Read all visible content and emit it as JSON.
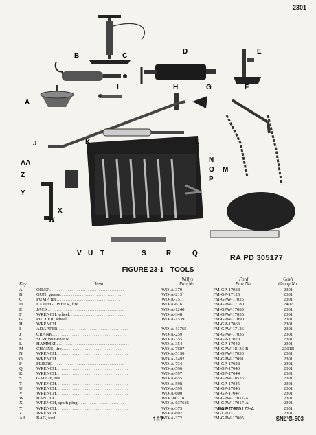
{
  "page_number_top": "2301",
  "figure": {
    "labels": [
      "A",
      "B",
      "C",
      "D",
      "E",
      "F",
      "G",
      "H",
      "I",
      "J",
      "K",
      "L",
      "N",
      "O",
      "M",
      "P",
      "AA",
      "Z",
      "Y",
      "X",
      "W",
      "V",
      "U",
      "T",
      "S",
      "R",
      "Q"
    ],
    "ra_number": "RA PD 305177"
  },
  "caption": "FIGURE 23-1—TOOLS",
  "table": {
    "headers": {
      "key": "Key",
      "item": "Item",
      "willys": "Willys\nPart No.",
      "willys_l1": "Willys",
      "willys_l2": "Part No.",
      "ford_l1": "Ford",
      "ford_l2": "Part No.",
      "gov_l1": "Gov't",
      "gov_l2": "Group No."
    },
    "rows": [
      {
        "key": "A",
        "item": "OILER",
        "willys": "WO-A-379",
        "ford": "FM-GP-17038",
        "gov": "2301"
      },
      {
        "key": "B",
        "item": "GUN, grease",
        "willys": "WO-A-213",
        "ford": "FM-GP-17125",
        "gov": "2301"
      },
      {
        "key": "C",
        "item": "PUMP, tire",
        "willys": "WO-A-7511",
        "ford": "FM-GPW-17025",
        "gov": "2301"
      },
      {
        "key": "D",
        "item": "EXTINGUISHER, fire",
        "willys": "WO-A-616",
        "ford": "FM-GPW-17180",
        "gov": "2402"
      },
      {
        "key": "E",
        "item": "JACK",
        "willys": "WO-A-1240",
        "ford": "FM-GPW-17080",
        "gov": "2301"
      },
      {
        "key": "F",
        "item": "WRENCH, wheel",
        "willys": "WO-A-348",
        "ford": "FM-GPW-17035",
        "gov": "2301"
      },
      {
        "key": "G",
        "item": "PULLER, wheel",
        "willys": "WO-A-1539",
        "ford": "FM-GPW-17090",
        "gov": "2301"
      },
      {
        "key": "H",
        "item": "WRENCH",
        "willys": "",
        "ford": "FM-GP-17063",
        "gov": "2301"
      },
      {
        "key": "I",
        "item": "ADAPTER",
        "willys": "WO-A-11765",
        "ford": "FM-GPW-17126",
        "gov": "2301"
      },
      {
        "key": "J",
        "item": "CRANK",
        "willys": "WO-A-259",
        "ford": "FM-GPW-17036",
        "gov": "2301"
      },
      {
        "key": "K",
        "item": "SCREWDRIVER",
        "willys": "WO-A-355",
        "ford": "FM-GP-17020",
        "gov": "2301"
      },
      {
        "key": "L",
        "item": "HAMMER",
        "willys": "WO-A-354",
        "ford": "FM-GP-17042",
        "gov": "2301"
      },
      {
        "key": "M",
        "item": "CHAINS, tire",
        "willys": "WO-A-7687",
        "ford": "FM-GPW-18136-B",
        "gov": "2301B"
      },
      {
        "key": "N",
        "item": "WRENCH",
        "willys": "WO-A-5130",
        "ford": "FM-GPW-17030",
        "gov": "2301"
      },
      {
        "key": "O",
        "item": "WRENCH",
        "willys": "WO-A-1492",
        "ford": "FM-GPW-17091",
        "gov": "2301"
      },
      {
        "key": "P",
        "item": "PLIERS",
        "willys": "WO-A-734",
        "ford": "FM-GP-17028",
        "gov": "2301"
      },
      {
        "key": "Q",
        "item": "WRENCH",
        "willys": "WO-A-596",
        "ford": "FM-GP-17043",
        "gov": "2301"
      },
      {
        "key": "R",
        "item": "WRENCH",
        "willys": "WO-A-597",
        "ford": "FM-GP-17044",
        "gov": "2301"
      },
      {
        "key": "S",
        "item": "GAUGE, tire",
        "willys": "WO-A-655",
        "ford": "FM-GPW-18525",
        "gov": "2301"
      },
      {
        "key": "T",
        "item": "WRENCH",
        "willys": "WO-A-598",
        "ford": "FM-GP-17045",
        "gov": "2301"
      },
      {
        "key": "U",
        "item": "WRENCH",
        "willys": "WO-A-599",
        "ford": "FM-GP-17046",
        "gov": "2301"
      },
      {
        "key": "V",
        "item": "WRENCH",
        "willys": "WO-A-600",
        "ford": "FM-GP-17047",
        "gov": "2301"
      },
      {
        "key": "W",
        "item": "HANDLE",
        "willys": "WO-386718",
        "ford": "FM-GPW-17011-A",
        "gov": "2301"
      },
      {
        "key": "X",
        "item": "WRENCH, spark plug",
        "willys": "WO-A-637635",
        "ford": "FM-GPW-17017-A",
        "gov": "2301"
      },
      {
        "key": "Y",
        "item": "WRENCH",
        "willys": "WO-A-373",
        "ford": "FM-GP-17032",
        "gov": "2301"
      },
      {
        "key": "Z",
        "item": "WRENCH",
        "willys": "WO-A-692",
        "ford": "FM-17033",
        "gov": "2301"
      },
      {
        "key": "AA",
        "item": "BAG, tool",
        "willys": "WO-A-372",
        "ford": "FM-GPW-17005",
        "gov": "2301"
      }
    ]
  },
  "footer": {
    "ra": "RA PD 305177-A",
    "page": "187",
    "snl": "SNL G-503"
  }
}
